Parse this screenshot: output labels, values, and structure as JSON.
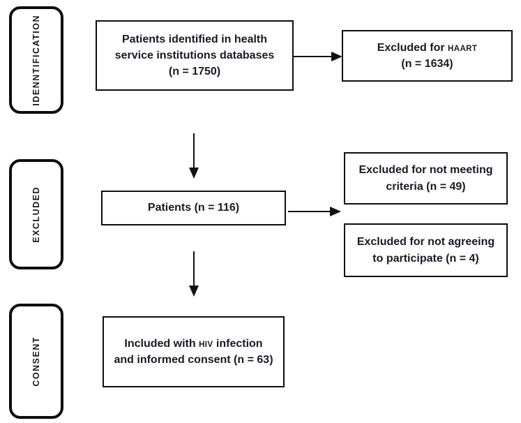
{
  "colors": {
    "border": "#0d0d0d",
    "text": "#1a1a26",
    "background": "#ffffff"
  },
  "sidebar": {
    "identification": "IDENNTIFICATION",
    "excluded": "EXCLUDED",
    "consent": "CONSENT"
  },
  "boxes": {
    "identified": {
      "line1": "Patients identified in health",
      "line2": "service institutions databases",
      "line3": "(n = 1750)"
    },
    "excluded_haart": {
      "line1_text": "Excluded for ",
      "line1_smallcaps": "HAART",
      "line2": "(n = 1634)"
    },
    "patients": {
      "line1": "Patients (n = 116)"
    },
    "excluded_criteria": {
      "line1": "Excluded for not meeting",
      "line2": "criteria (n = 49)"
    },
    "excluded_agreeing": {
      "line1": "Excluded for not agreeing",
      "line2": "to participate (n = 4)"
    },
    "included": {
      "line1_text": "Included with ",
      "line1_smallcaps": "HIV",
      "line1_after": " infection",
      "line2": "and informed consent (n = 63)"
    }
  }
}
